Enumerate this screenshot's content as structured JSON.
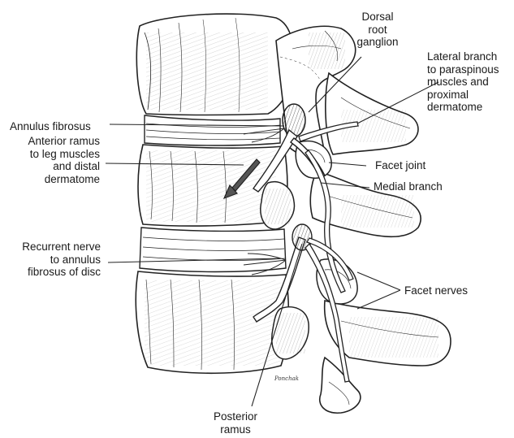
{
  "labels": {
    "dorsal_root_ganglion": [
      "Dorsal",
      "root",
      "ganglion"
    ],
    "lateral_branch": [
      "Lateral branch",
      "to paraspinous",
      "muscles and",
      "proximal",
      "dermatome"
    ],
    "annulus_fibrosus": [
      "Annulus fibrosus"
    ],
    "anterior_ramus": [
      "Anterior ramus",
      "to leg muscles",
      "and distal",
      "dermatome"
    ],
    "facet_joint": [
      "Facet joint"
    ],
    "medial_branch": [
      "Medial branch"
    ],
    "recurrent_nerve": [
      "Recurrent nerve",
      "to annulus",
      "fibrosus of disc"
    ],
    "facet_nerves": [
      "Facet nerves"
    ],
    "posterior_ramus": [
      "Posterior",
      "ramus"
    ]
  },
  "artist_signature": "Ponchak"
}
